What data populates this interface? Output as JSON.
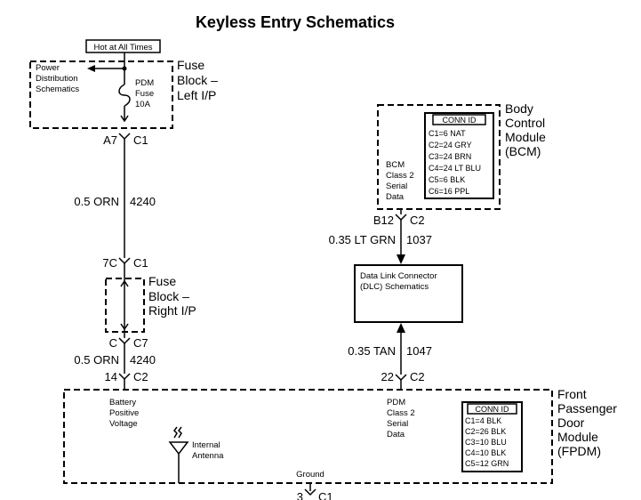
{
  "title": "Keyless Entry Schematics",
  "hot_at_all_times": "Hot at All Times",
  "power_distribution": [
    "Power",
    "Distribution",
    "Schematics"
  ],
  "pdm_fuse": [
    "PDM",
    "Fuse",
    "10A"
  ],
  "fuse_block_left": [
    "Fuse",
    "Block –",
    "Left I/P"
  ],
  "fuse_block_right": [
    "Fuse",
    "Block –",
    "Right I/P"
  ],
  "connectors": {
    "a7": "A7",
    "a7_c": "C1",
    "c7c": "7C",
    "c7c_c": "C1",
    "c": "C",
    "c_c": "C7",
    "c14": "14",
    "c14_c": "C2",
    "b12": "B12",
    "b12_c": "C2",
    "c22": "22",
    "c22_c": "C2",
    "c3": "3",
    "c3_c": "C1"
  },
  "wires": {
    "w1_color": "0.5 ORN",
    "w1_circuit": "4240",
    "w2_color": "0.5 ORN",
    "w2_circuit": "4240",
    "w3_color": "0.35 LT GRN",
    "w3_circuit": "1037",
    "w4_color": "0.35 TAN",
    "w4_circuit": "1047"
  },
  "bcm": {
    "label": [
      "Body",
      "Control",
      "Module",
      "(BCM)"
    ],
    "serial": [
      "BCM",
      "Class 2",
      "Serial",
      "Data"
    ],
    "conn_header": "CONN ID",
    "conn": [
      "C1=6 NAT",
      "C2=24 GRY",
      "C3=24 BRN",
      "C4=24 LT BLU",
      "C5=6 BLK",
      "C6=16 PPL"
    ]
  },
  "dlc": [
    "Data Link Connector",
    "(DLC) Schematics"
  ],
  "fpdm": {
    "label": [
      "Front",
      "Passenger",
      "Door",
      "Module",
      "(FPDM)"
    ],
    "battery": [
      "Battery",
      "Positive",
      "Voltage"
    ],
    "serial": [
      "PDM",
      "Class 2",
      "Serial",
      "Data"
    ],
    "antenna": [
      "Internal",
      "Antenna"
    ],
    "ground": "Ground",
    "conn_header": "CONN ID",
    "conn": [
      "C1=4 BLK",
      "C2=26 BLK",
      "C3=10 BLU",
      "C4=10 BLK",
      "C5=12 GRN"
    ]
  }
}
